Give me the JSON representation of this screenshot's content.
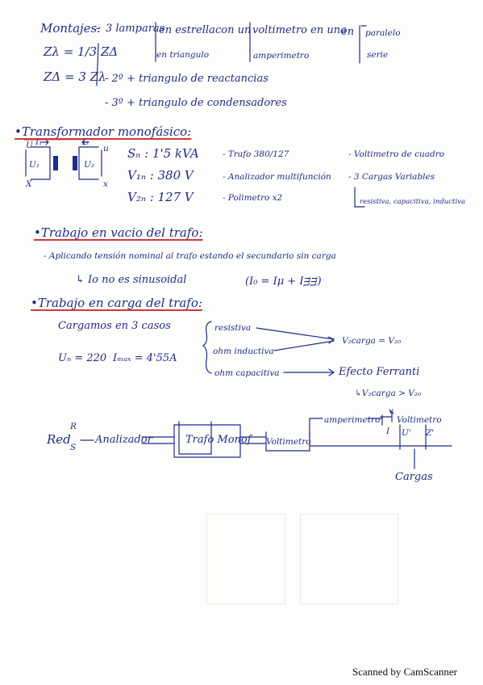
{
  "montajes": {
    "title": "Montajes:",
    "line1_dash": "-",
    "line1_a": "3 lamparas",
    "line1_b": "en estrella",
    "line1_c": "con un",
    "line1_d": "voltimetro en una",
    "line1_e": "en",
    "line1_f": "paralelo",
    "line2_a": "en triangulo",
    "line2_b": "amperimetro",
    "line2_c": "serie",
    "za": "Zλ = 1/3 ZΔ",
    "zd": "ZΔ = 3 Zλ",
    "item2": "- 2º + triangulo de reactancias",
    "item3": "- 3º + triangulo de condensadores",
    "dash2": "-"
  },
  "transformador": {
    "title": "•Transformador monofásico:",
    "diagram": {
      "u1": "U",
      "i1": "I₁",
      "left_u": "U₁",
      "x": "X",
      "i2": "I₂",
      "u_right": "u",
      "right_u": "U₂",
      "x_right": "x"
    },
    "sn": "Sₙ : 1'5 kVA",
    "v1n": "V₁ₙ : 380 V",
    "v2n": "V₂ₙ : 127 V",
    "trafo": "- Trafo 380/127",
    "analizador": "- Analizador multifunción",
    "polimetro": "- Polimetro x2",
    "voltimetro": "- Voltimetro de cuadro",
    "cargas": "- 3 Cargas Variables",
    "cargas_sub": "resistiva, capacitiva, inductiva"
  },
  "vacio": {
    "title": "•Trabajo en vacio del trafo:",
    "line1": "- Aplicando tensión nominal al trafo estando el secundario sin carga",
    "line2": "↳ Io no es sinusoidal",
    "formula": "(I₀ = Iμ + Iᴟᴟ)"
  },
  "carga": {
    "title": "•Trabajo en carga del trafo:",
    "cargamos": "Cargamos en 3 casos",
    "un": "Uₙ = 220",
    "imax": "Iₘₐₓ = 4'55A",
    "resistiva": "resistiva",
    "inductiva": "ohm inductiva",
    "capacitiva": "ohm capacitiva",
    "v2_eq": "V₂carga = V₂₀",
    "ferranti": "Efecto Ferranti",
    "v2_gt": "↳V₂carga > V₂₀"
  },
  "circuito": {
    "red": "Red",
    "r": "R",
    "s": "S",
    "analizador": "Analizador",
    "trafo": "Trafo Monof",
    "voltimetro1": "Voltimetro",
    "amperimetro": "amperimetro",
    "voltimetro2": "Voltimetro",
    "v": "v",
    "i": "I",
    "u_prime": "U'",
    "z_prime": "Z'",
    "cargas": "Cargas"
  },
  "footer": "Scanned by CamScanner"
}
